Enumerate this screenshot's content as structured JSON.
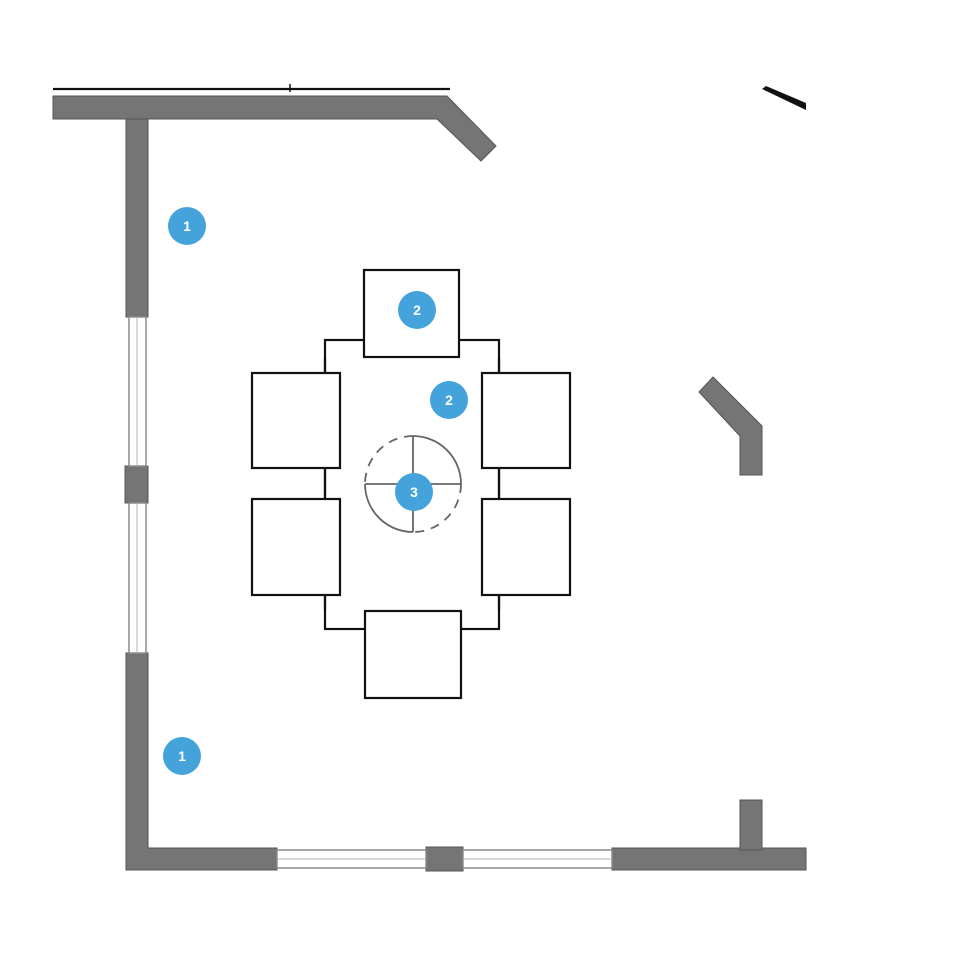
{
  "markers": [
    {
      "label": "1"
    },
    {
      "label": "2"
    },
    {
      "label": "2"
    },
    {
      "label": "3"
    },
    {
      "label": "1"
    }
  ],
  "colors": {
    "wall": "#757575",
    "marker": "#45a3dc",
    "furniture_outline": "#111111"
  }
}
